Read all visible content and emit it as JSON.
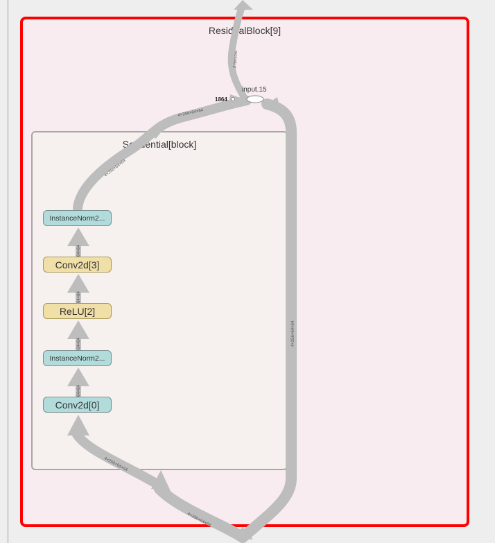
{
  "outer": {
    "title": "ResidualBlock[9]"
  },
  "inner": {
    "title": "Sequential[block]"
  },
  "input_node": {
    "label": "input.15",
    "count": "1864"
  },
  "nodes": [
    {
      "label": "InstanceNorm2..."
    },
    {
      "label": "Conv2d[3]"
    },
    {
      "label": "ReLU[2]"
    },
    {
      "label": "InstanceNorm2..."
    },
    {
      "label": "Conv2d[0]"
    }
  ],
  "edge_labels": {
    "top": "2 tensors",
    "input_left": "4×256×64×64",
    "diag_upper": "4×256×64×64",
    "right_long": "4×256×64×64",
    "bottom_left": "4×256×64×64",
    "bottom_mid": "4×256×64×64",
    "short1": "64×64",
    "short2": "64×64",
    "short3": "64×64",
    "short4": "64×64"
  },
  "colors": {
    "outer_border": "#ff0000",
    "outer_fill": "#f8ecf0",
    "inner_fill": "#f6f1ef",
    "teal_node": "#b2dcdc",
    "gold_node": "#f0dfa7",
    "edge": "#bdbdbd"
  }
}
